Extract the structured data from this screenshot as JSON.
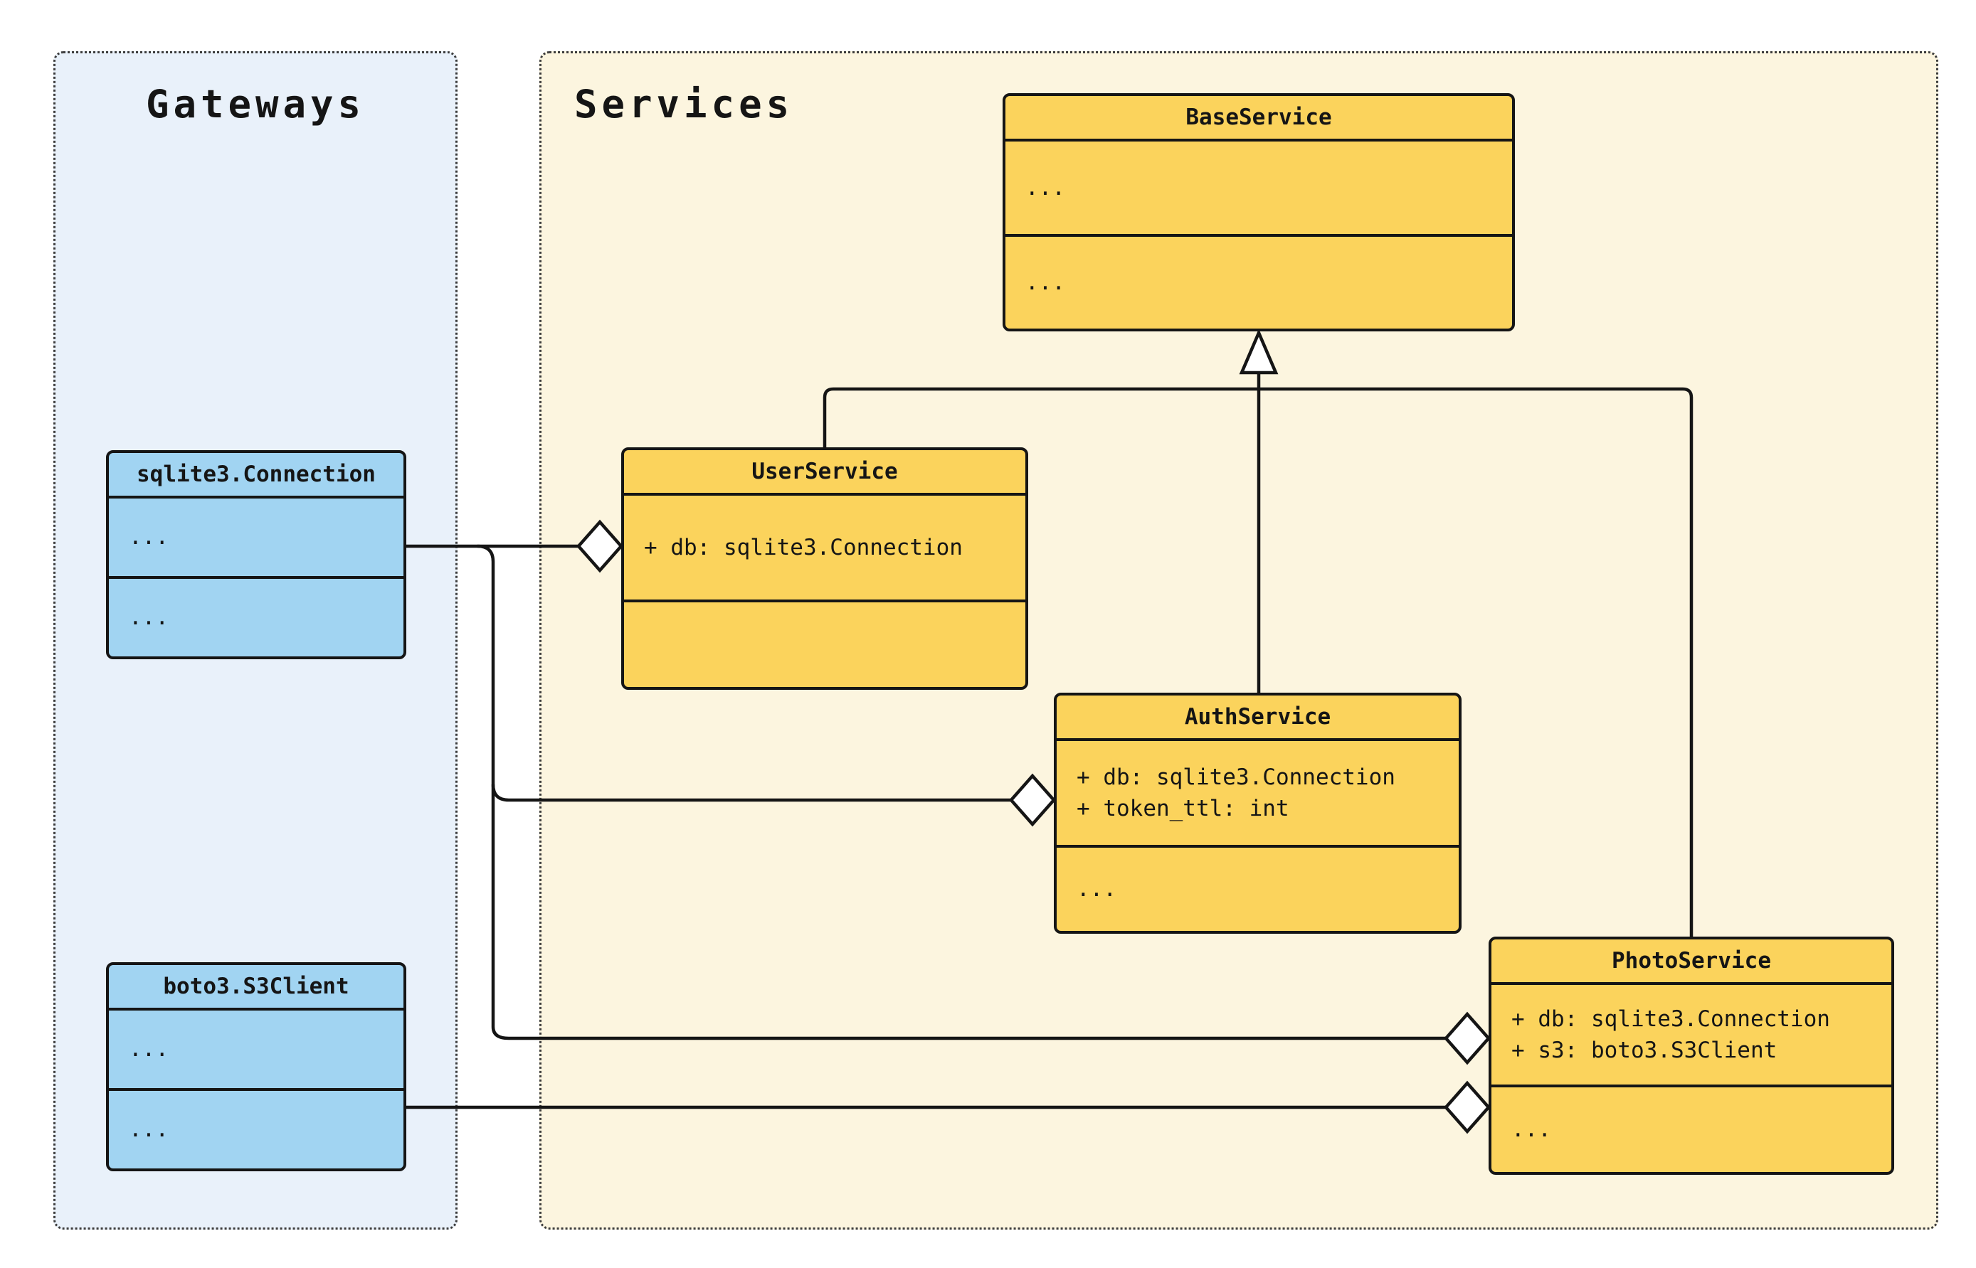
{
  "diagram": {
    "containers": {
      "gateways": {
        "title": "Gateways"
      },
      "services": {
        "title": "Services"
      }
    },
    "classes": {
      "sqlite": {
        "title": "sqlite3.Connection",
        "attrs": [
          "..."
        ],
        "methods": [
          "..."
        ]
      },
      "boto": {
        "title": "boto3.S3Client",
        "attrs": [
          "..."
        ],
        "methods": [
          "..."
        ]
      },
      "base": {
        "title": "BaseService",
        "attrs": [
          "..."
        ],
        "methods": [
          "..."
        ]
      },
      "user": {
        "title": "UserService",
        "attrs": [
          "+ db: sqlite3.Connection"
        ],
        "methods": []
      },
      "auth": {
        "title": "AuthService",
        "attrs": [
          "+ db: sqlite3.Connection",
          "+ token_ttl: int"
        ],
        "methods": [
          "..."
        ]
      },
      "photo": {
        "title": "PhotoService",
        "attrs": [
          "+ db: sqlite3.Connection",
          "+ s3: boto3.S3Client"
        ],
        "methods": [
          "..."
        ]
      }
    },
    "relationships": [
      {
        "type": "inheritance",
        "from": "UserService",
        "to": "BaseService"
      },
      {
        "type": "inheritance",
        "from": "AuthService",
        "to": "BaseService"
      },
      {
        "type": "inheritance",
        "from": "PhotoService",
        "to": "BaseService"
      },
      {
        "type": "aggregation",
        "from": "sqlite3.Connection",
        "to": "UserService"
      },
      {
        "type": "aggregation",
        "from": "sqlite3.Connection",
        "to": "AuthService"
      },
      {
        "type": "aggregation",
        "from": "sqlite3.Connection",
        "to": "PhotoService"
      },
      {
        "type": "aggregation",
        "from": "boto3.S3Client",
        "to": "PhotoService"
      }
    ],
    "colors": {
      "class_yellow": "#FBD35C",
      "class_blue": "#A1D4F2",
      "services_bg": "#FCF5DF",
      "gateways_bg": "#E9F1FA",
      "line": "#151515",
      "shape_fill": "#FFFFFF",
      "canvas_bg": "#FFFFFF"
    }
  }
}
